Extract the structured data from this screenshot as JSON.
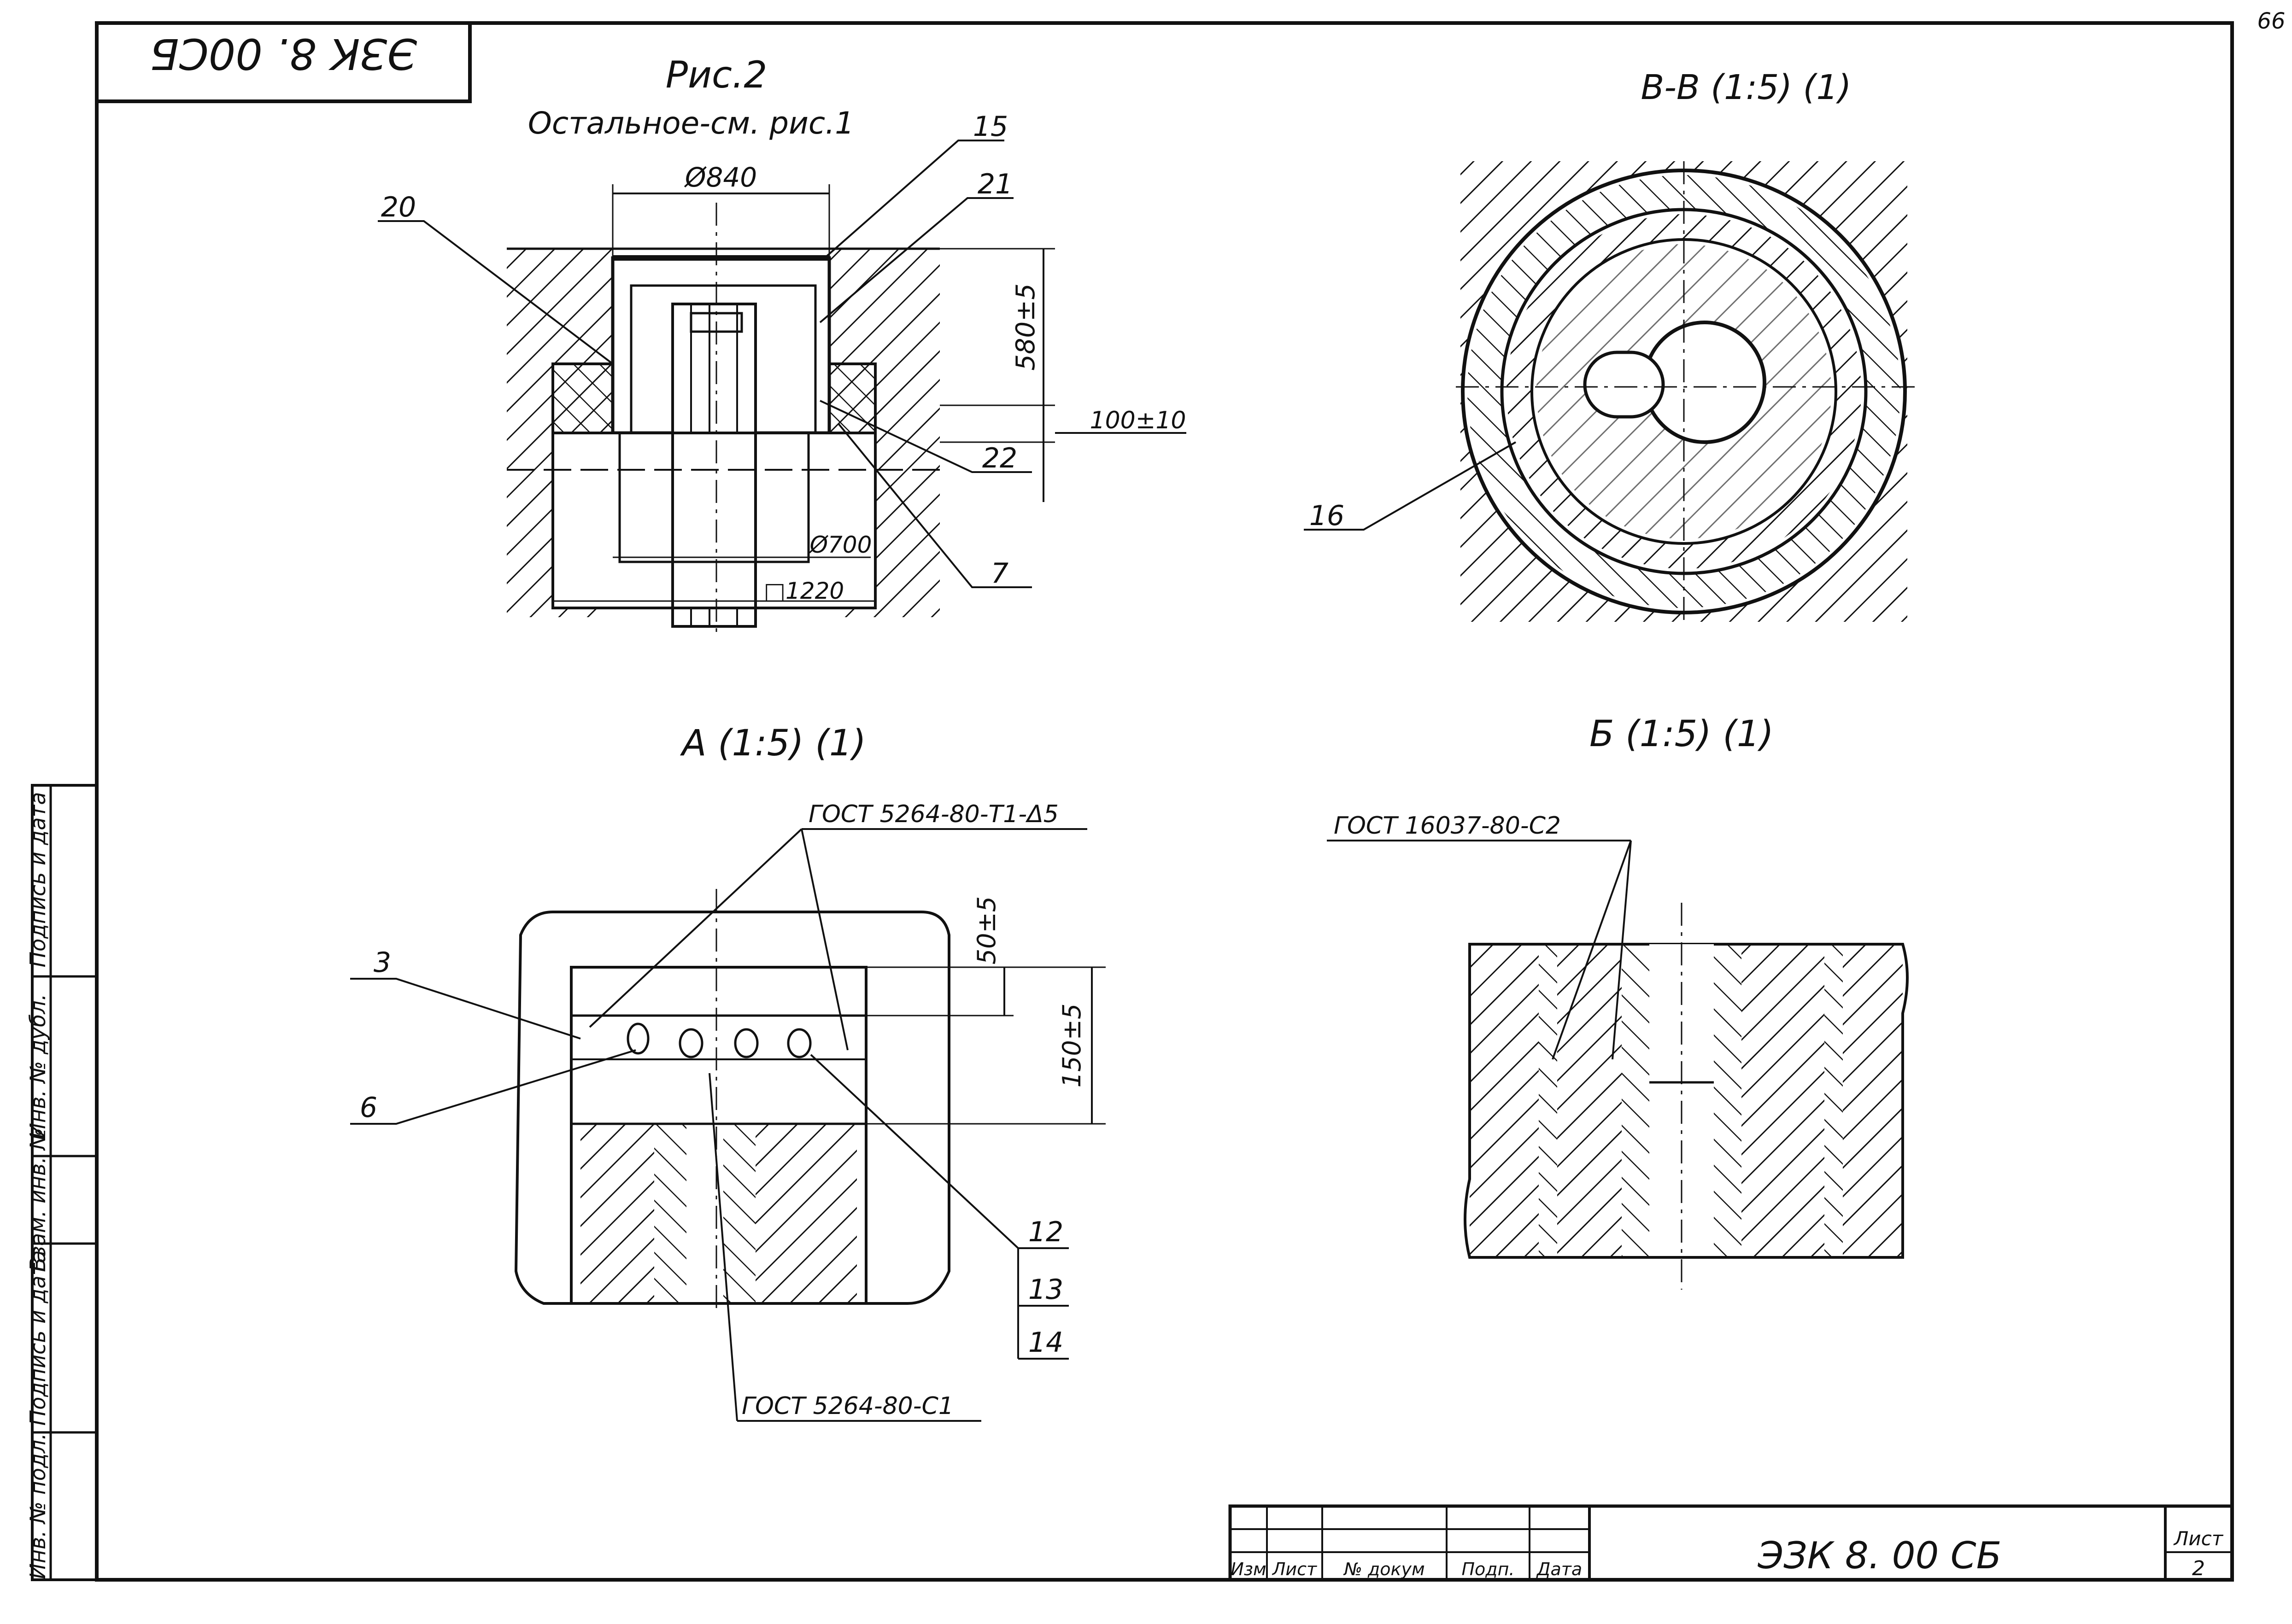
{
  "sheet": {
    "doc_code_flipped": "ЭЗК 8. 00СБ",
    "sheet_corner": "66",
    "corner_mark": "66"
  },
  "fig2": {
    "title": "Рис.2",
    "subtitle": "Остальное-см. рис.1",
    "dim_diam_840": "Ø840",
    "dim_580": "580±5",
    "dim_100": "100±10",
    "dim_diam_700": "Ø700",
    "dim_square_1220": "□1220",
    "callouts": [
      "15",
      "21",
      "20",
      "22",
      "7"
    ]
  },
  "section_bb": {
    "title": "В-В (1:5) (1)",
    "callouts": [
      "16"
    ]
  },
  "view_a": {
    "title": "А (1:5) (1)",
    "weld_1": "ГОСТ 5264-80-Т1-Δ5",
    "weld_2": "ГОСТ 5264-80-С1",
    "dim_50": "50±5",
    "dim_150": "150±5",
    "callouts": [
      "3",
      "6",
      "12",
      "13",
      "14"
    ]
  },
  "view_b": {
    "title": "Б (1:5) (1)",
    "weld": "ГОСТ 16037-80-С2"
  },
  "side_stamp": [
    "Подпись и дата",
    "Инв. № дубл.",
    "Взам. инв. №",
    "Подпись и дата",
    "Инв. № подл."
  ],
  "title_block": {
    "headers": [
      "Изм",
      "Лист",
      "№ докум",
      "Подп.",
      "Дата"
    ],
    "designation": "ЭЗК 8. 00 СБ",
    "sheet_label": "Лист",
    "sheet_number": "2"
  }
}
